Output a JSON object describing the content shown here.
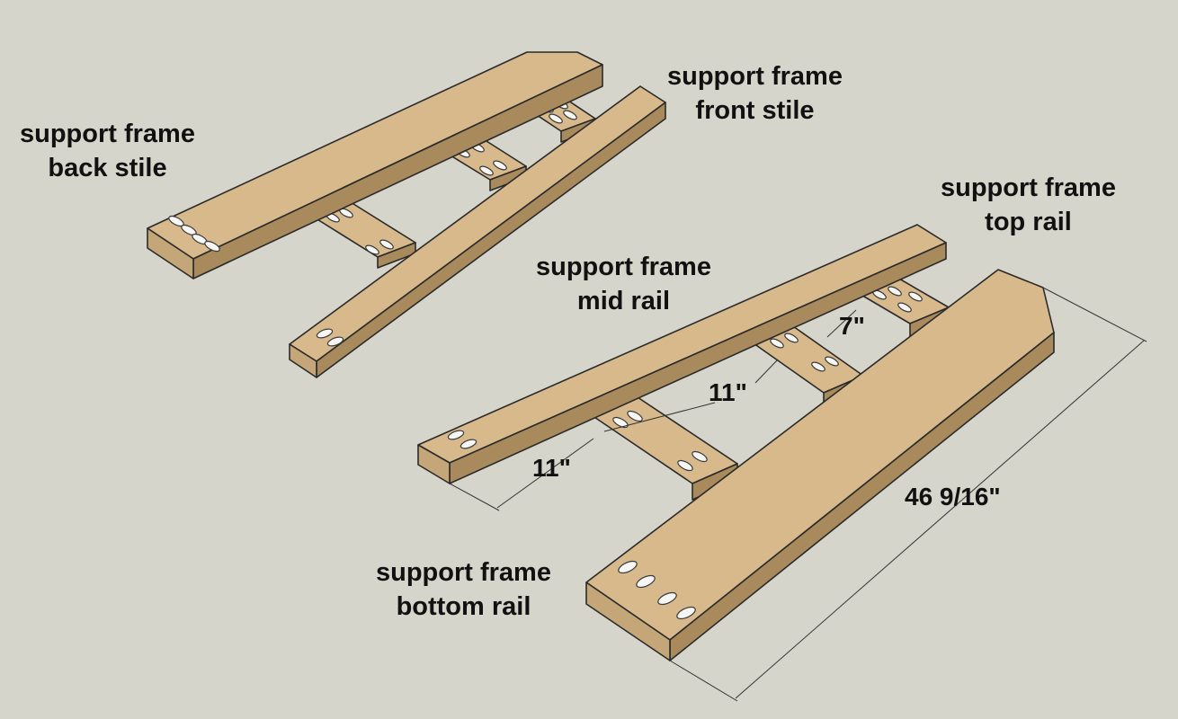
{
  "labels": {
    "front_stile": [
      "support frame",
      "front stile"
    ],
    "back_stile": [
      "support frame",
      "back stile"
    ],
    "top_rail": [
      "support frame",
      "top rail"
    ],
    "mid_rail": [
      "support frame",
      "mid rail"
    ],
    "bottom_rail": [
      "support frame",
      "bottom rail"
    ]
  },
  "dimensions": {
    "spacing_1": "11\"",
    "spacing_2": "11\"",
    "spacing_3": "7\"",
    "length": "46 9/16\""
  },
  "colors": {
    "background": "#d6d5cb",
    "wood_top": "#d7b98c",
    "wood_side": "#a88a5d",
    "outline": "#2a2a2a"
  }
}
